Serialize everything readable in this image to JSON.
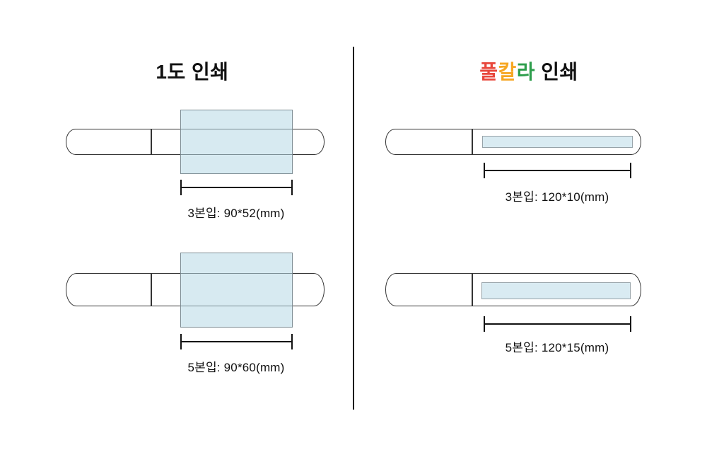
{
  "colors": {
    "divider": "#1a1a1a",
    "print_area_overlay": "rgba(183, 216, 230, 0.55)",
    "print_area_band": "#d9ebf2"
  },
  "sections": [
    {
      "title": "1도 인쇄",
      "title_color": "#111111",
      "figures": [
        {
          "label": "3본입: 90*52(mm)"
        },
        {
          "label": "5본입: 90*60(mm)"
        }
      ]
    },
    {
      "title_parts": [
        {
          "text": "풀",
          "color": "#e8473c"
        },
        {
          "text": "칼",
          "color": "#f6a723"
        },
        {
          "text": "라",
          "color": "#2e9e4c"
        },
        {
          "text": " 인쇄",
          "color": "#111111"
        }
      ],
      "figures": [
        {
          "label": "3본입: 120*10(mm)"
        },
        {
          "label": "5본입: 120*15(mm)"
        }
      ]
    }
  ]
}
